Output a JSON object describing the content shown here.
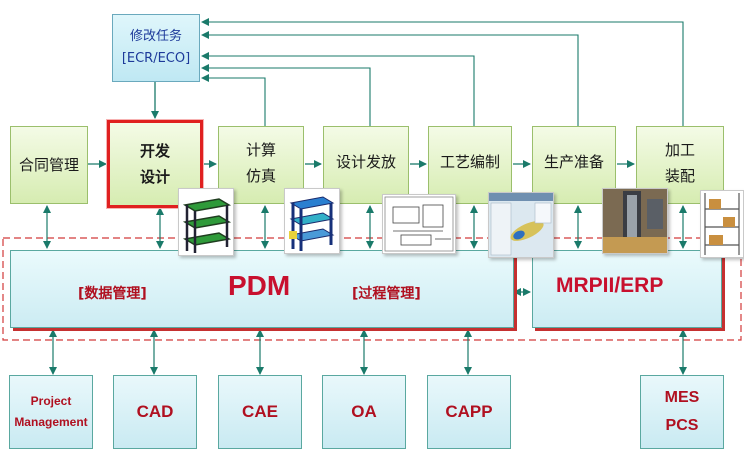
{
  "modify_task": {
    "line1": "修改任务",
    "line2": "[ECR/ECO]"
  },
  "stages": {
    "contract": "合同管理",
    "dev_design": {
      "line1": "开发",
      "line2": "设计"
    },
    "calc_sim": {
      "line1": "计算",
      "line2": "仿真"
    },
    "design_release": "设计发放",
    "process_plan": "工艺编制",
    "production_prep": "生产准备",
    "machining_assembly": {
      "line1": "加工",
      "line2": "装配"
    }
  },
  "pdm": {
    "title": "PDM",
    "data_mgmt": "[数据管理]",
    "process_mgmt": "[过程管理]"
  },
  "erp": {
    "title": "MRPII/ERP"
  },
  "systems": {
    "project_mgmt": {
      "line1": "Project",
      "line2": "Management"
    },
    "cad": "CAD",
    "cae": "CAE",
    "oa": "OA",
    "capp": "CAPP",
    "mes_pcs": {
      "line1": "MES",
      "line2": "PCS"
    }
  },
  "colors": {
    "arrow": "#1a7a6a",
    "accent_red": "#c8102e",
    "stage_green": "#d6ecb1",
    "system_cyan": "#c9eaf2",
    "dashed_border": "#d23a3a"
  },
  "icons": [
    "frame-model-icon",
    "fea-model-icon",
    "drawing-icon",
    "software-screen-icon",
    "factory-machine-icon",
    "storage-rack-icon"
  ]
}
